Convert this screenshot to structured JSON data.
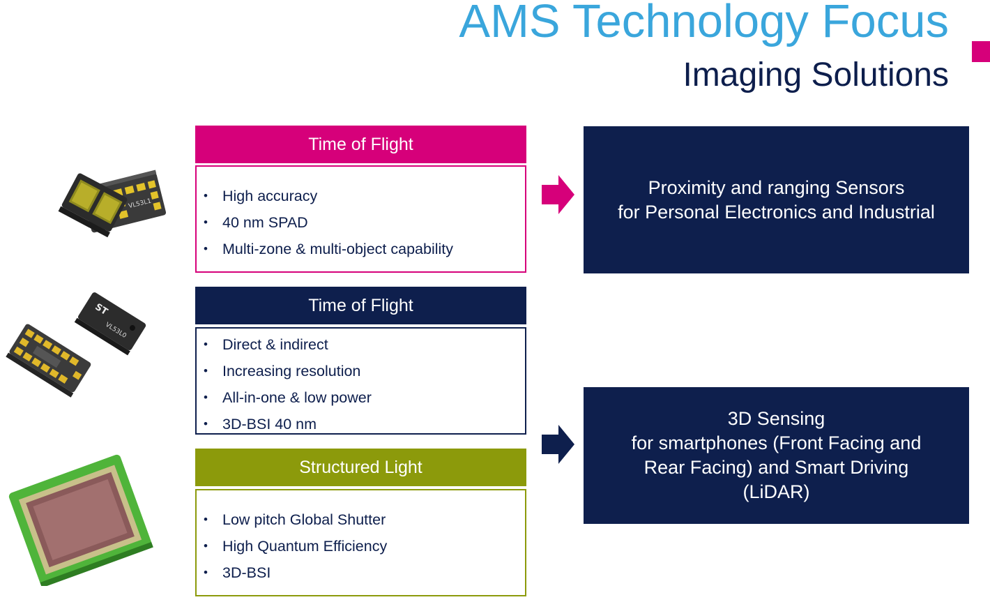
{
  "slide": {
    "title": "AMS Technology Focus",
    "subtitle": "Imaging Solutions"
  },
  "colors": {
    "title": "#3aa6dc",
    "navy": "#0e1f4d",
    "magenta": "#d6007a",
    "olive": "#8c9a0b"
  },
  "sections": [
    {
      "header": "Time of Flight",
      "color": "#d6007a",
      "bullets": [
        "High accuracy",
        "40 nm SPAD",
        "Multi-zone & multi-object capability"
      ]
    },
    {
      "header": "Time of Flight",
      "color": "#0e1f4d",
      "bullets": [
        "Direct & indirect",
        "Increasing resolution",
        "All-in-one & low power",
        "3D-BSI 40 nm"
      ]
    },
    {
      "header": "Structured Light",
      "color": "#8c9a0b",
      "bullets": [
        "Low pitch Global Shutter",
        "High Quantum Efficiency",
        "3D-BSI"
      ]
    }
  ],
  "results": [
    {
      "lines": [
        "Proximity and ranging Sensors",
        "for Personal Electronics and Industrial"
      ]
    },
    {
      "lines": [
        "3D Sensing",
        "for smartphones (Front Facing and",
        "Rear Facing) and Smart Driving",
        "(LiDAR)"
      ]
    }
  ],
  "chip_markings": {
    "chip1": "VL53L1",
    "chip2": "VL53L0",
    "brand": "ST"
  }
}
